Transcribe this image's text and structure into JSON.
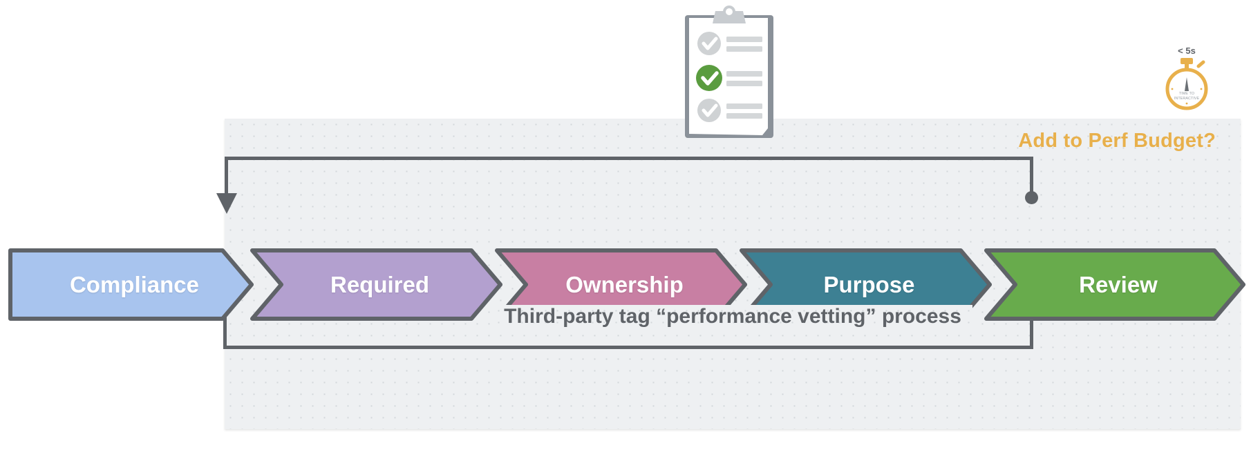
{
  "diagram": {
    "title": "Third-party tag “performance vetting” process",
    "perf_budget_label": "Add to Perf Budget?",
    "panel_bg": "#eef0f2",
    "line_color": "#5f6368",
    "accent_color": "#e8b04b"
  },
  "steps": [
    {
      "label": "Compliance",
      "color": "#a8c4ee",
      "border": "#5f6368"
    },
    {
      "label": "Required",
      "color": "#b3a0cf",
      "border": "#5f6368"
    },
    {
      "label": "Ownership",
      "color": "#c87fa3",
      "border": "#5f6368"
    },
    {
      "label": "Purpose",
      "color": "#3d8093",
      "border": "#5f6368"
    },
    {
      "label": "Review",
      "color": "#68ab4c",
      "border": "#5f6368"
    }
  ],
  "clipboard": {
    "icon": "clipboard-checklist-icon",
    "items": [
      {
        "state": "unchecked",
        "color": "#cfd2d4"
      },
      {
        "state": "checked",
        "color": "#5a9c3f"
      },
      {
        "state": "unchecked",
        "color": "#cfd2d4"
      }
    ]
  },
  "stopwatch": {
    "icon": "stopwatch-icon",
    "threshold": "< 5s",
    "metric_line1": "TIME TO",
    "metric_line2": "INTERACTIVE",
    "color": "#e8b04b"
  },
  "connectors": {
    "top": {
      "start": "arrow-down",
      "end": "dot"
    },
    "bottom": {
      "start": "dot",
      "end": "arrow-up"
    }
  }
}
